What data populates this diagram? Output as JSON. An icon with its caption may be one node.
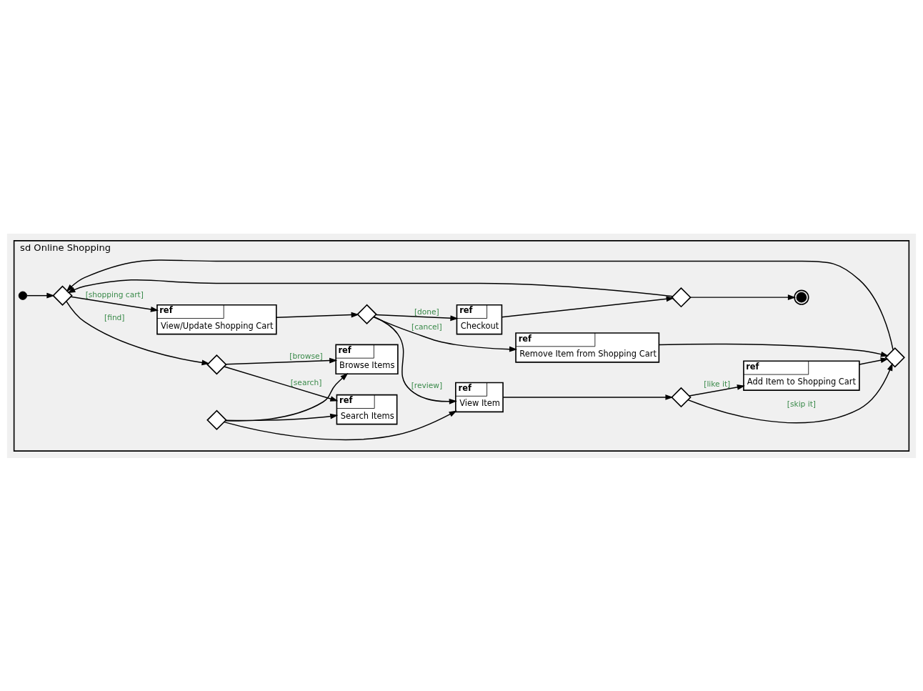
{
  "diagram": {
    "nodes": [
      {
        "text": [
          "sd Online Shopping"
        ]
      },
      {
        "text": [],
        "shape": "circle",
        "in": 0
      },
      {
        "text": [],
        "shape": "diamond",
        "in": 0
      },
      {
        "text": [],
        "shape": "diamond",
        "in": 0
      },
      {
        "text": [
          "ref",
          "Search Items"
        ],
        "in": 0
      },
      {
        "text": [
          "ref",
          "Browse Items"
        ],
        "in": 0
      },
      {
        "text": [],
        "shape": "diamond",
        "in": 0
      },
      {
        "text": [
          "ref",
          "View Item"
        ],
        "in": 0
      },
      {
        "text": [],
        "shape": "diamond",
        "in": 0
      },
      {
        "text": [
          "ref",
          "Add Item to Shopping Cart"
        ],
        "in": 0
      },
      {
        "text": [],
        "shape": "diamond",
        "in": 0
      },
      {
        "text": [
          "ref",
          "View/Update Shopping Cart"
        ],
        "in": 0
      },
      {
        "text": [],
        "shape": "diamond",
        "in": 0
      },
      {
        "text": [
          "ref",
          "Remove Item from Shopping Cart"
        ],
        "in": 0
      },
      {
        "text": [
          "ref",
          "Checkout"
        ],
        "in": 0
      },
      {
        "text": [],
        "shape": "diamond",
        "in": 0
      },
      {
        "text": [],
        "shape": "circle",
        "in": 0
      }
    ],
    "edges": [
      {
        "from": 1,
        "to": 2,
        "arrow": "to"
      },
      {
        "from": 2,
        "to": 3,
        "arrow": "to",
        "label": "[find]"
      },
      {
        "from": 2,
        "to": 11,
        "arrow": "to",
        "label": "[shopping cart]"
      },
      {
        "from": 3,
        "to": 4,
        "arrow": "to",
        "label": "[search]"
      },
      {
        "from": 3,
        "to": 5,
        "arrow": "to",
        "label": "[browse]"
      },
      {
        "from": 6,
        "to": 4,
        "arrow": "to"
      },
      {
        "from": 6,
        "to": 5,
        "arrow": "to"
      },
      {
        "from": 6,
        "to": 7,
        "arrow": "to"
      },
      {
        "from": 7,
        "to": 8,
        "arrow": "to"
      },
      {
        "from": 8,
        "to": 9,
        "arrow": "to",
        "label": "[like it]"
      },
      {
        "from": 8,
        "to": 10,
        "arrow": "to",
        "label": "[skip it]"
      },
      {
        "from": 9,
        "to": 10,
        "arrow": "to"
      },
      {
        "from": 10,
        "to": 2,
        "arrow": "to"
      },
      {
        "from": 13,
        "to": 10,
        "arrow": "to"
      },
      {
        "from": 11,
        "to": 12,
        "arrow": "to"
      },
      {
        "from": 12,
        "to": 7,
        "arrow": "to",
        "label": "[review]"
      },
      {
        "from": 12,
        "to": 13,
        "arrow": "to",
        "label": "[cancel]"
      },
      {
        "from": 12,
        "to": 14,
        "arrow": "to",
        "label": "[done]"
      },
      {
        "from": 14,
        "to": 15,
        "arrow": "to"
      },
      {
        "from": 15,
        "to": 16,
        "arrow": "to"
      },
      {
        "from": 15,
        "to": 2,
        "arrow": "to"
      }
    ]
  }
}
